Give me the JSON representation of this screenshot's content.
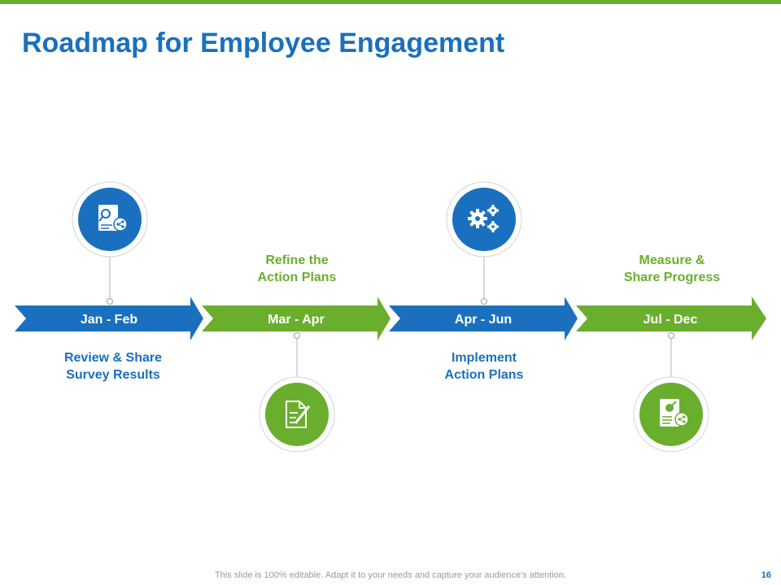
{
  "title": "Roadmap for Employee Engagement",
  "phases": [
    {
      "period": "Jan - Feb",
      "caption_line1": "Review & Share",
      "caption_line2": "Survey Results",
      "icon": "survey-share-icon",
      "color": "#1A70BE"
    },
    {
      "period": "Mar - Apr",
      "caption_line1": "Refine the",
      "caption_line2": "Action Plans",
      "icon": "document-edit-icon",
      "color": "#6AAE2E"
    },
    {
      "period": "Apr - Jun",
      "caption_line1": "Implement",
      "caption_line2": "Action Plans",
      "icon": "gears-icon",
      "color": "#1A70BE"
    },
    {
      "period": "Jul - Dec",
      "caption_line1": "Measure &",
      "caption_line2": "Share Progress",
      "icon": "report-share-icon",
      "color": "#6AAE2E"
    }
  ],
  "footer": "This slide is 100% editable. Adapt it to your needs and capture your audience's attention.",
  "page_number": "16",
  "colors": {
    "blue": "#1A70BE",
    "green": "#6AAE2E",
    "accent_bar": "#6AAE2E"
  }
}
